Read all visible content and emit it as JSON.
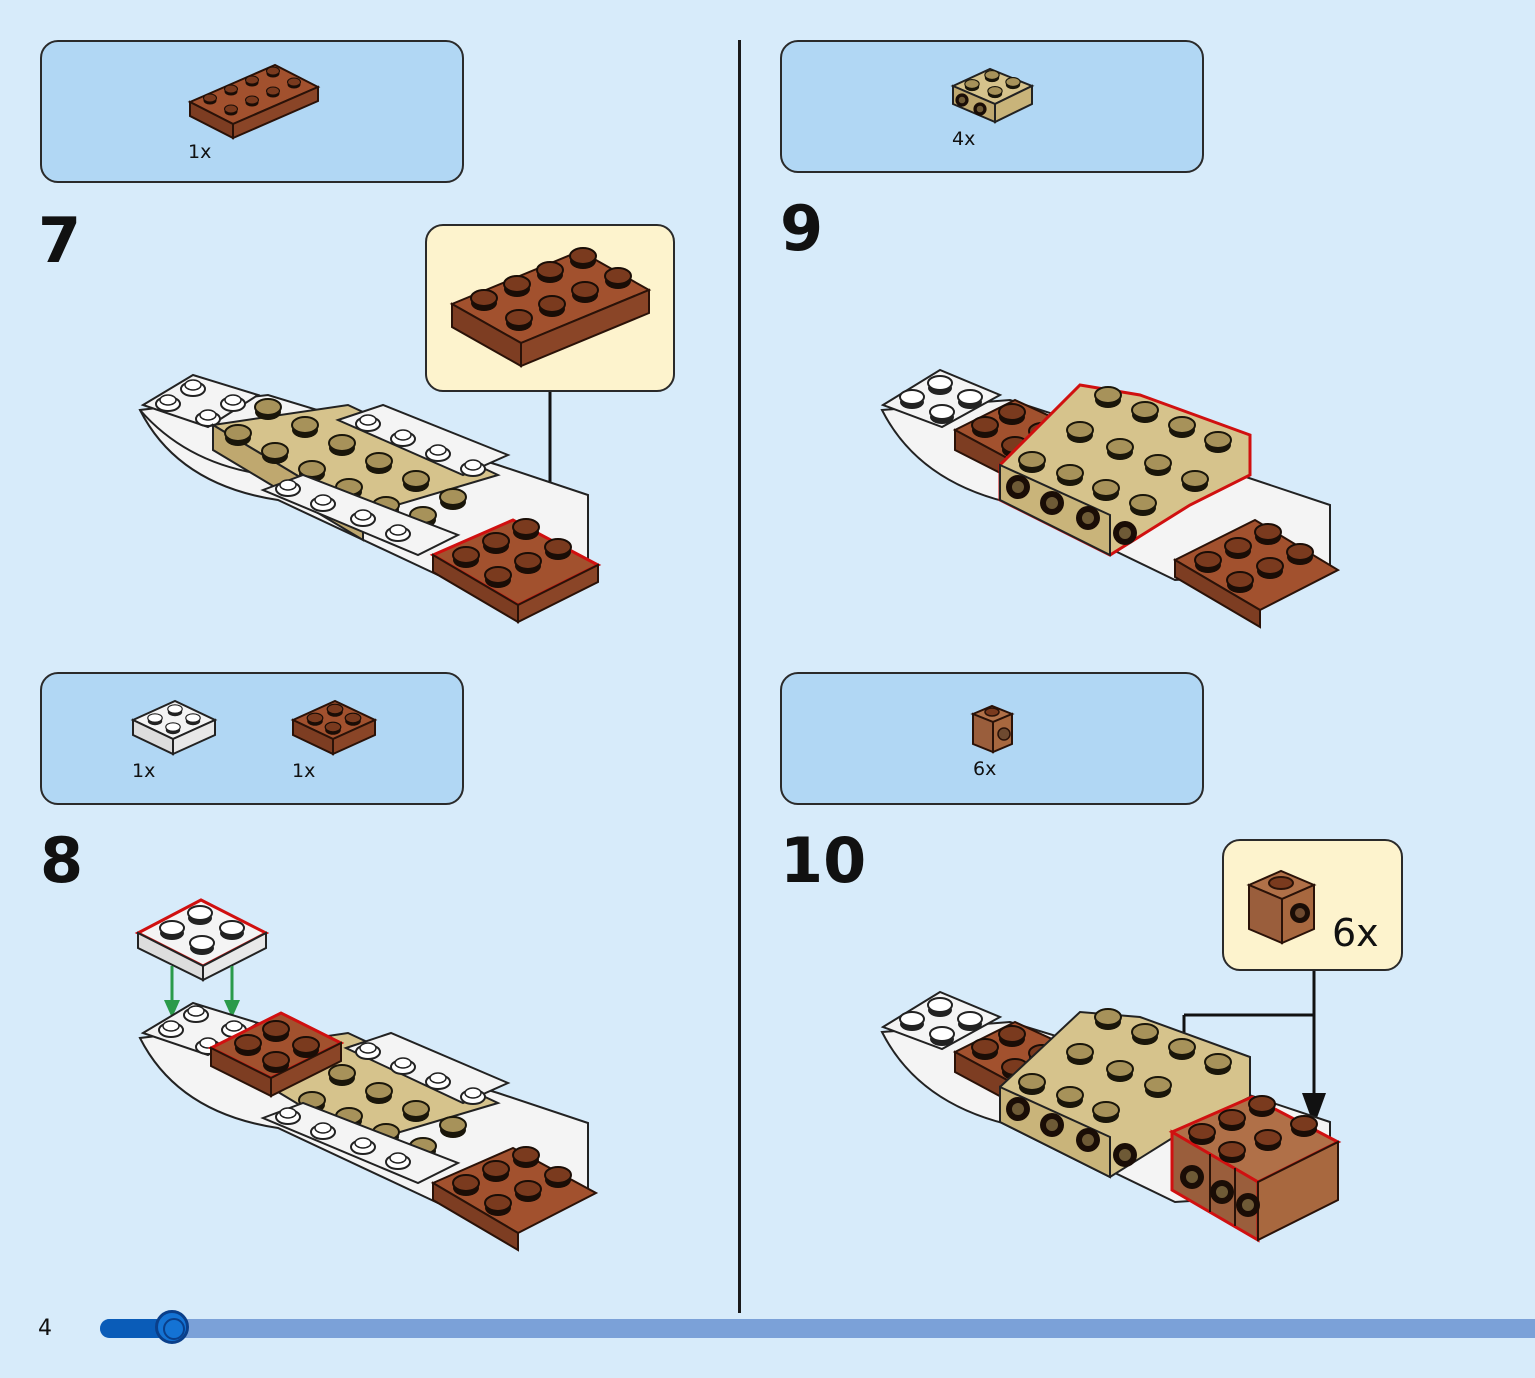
{
  "page": {
    "number": "4",
    "progress": 0.05
  },
  "steps": [
    {
      "number": "7",
      "parts": [
        {
          "qty": "1x",
          "name": "brown-plate-2x4"
        }
      ]
    },
    {
      "number": "8",
      "parts": [
        {
          "qty": "1x",
          "name": "white-plate-2x2"
        },
        {
          "qty": "1x",
          "name": "brown-plate-2x2"
        }
      ]
    },
    {
      "number": "9",
      "parts": [
        {
          "qty": "4x",
          "name": "tan-bracket-2x2"
        }
      ]
    },
    {
      "number": "10",
      "parts": [
        {
          "qty": "6x",
          "name": "brown-brick-1x1-with-stud"
        }
      ],
      "callout_qty": "6x"
    }
  ],
  "colors": {
    "background": "#d7ebfa",
    "parts_box": "#b1d7f4",
    "callout": "#fdf3cd",
    "brown": "#a2512e",
    "tan": "#d6c38c",
    "white": "#f4f4f4",
    "highlight": "#e01010",
    "progress": "#0a5cb8"
  }
}
